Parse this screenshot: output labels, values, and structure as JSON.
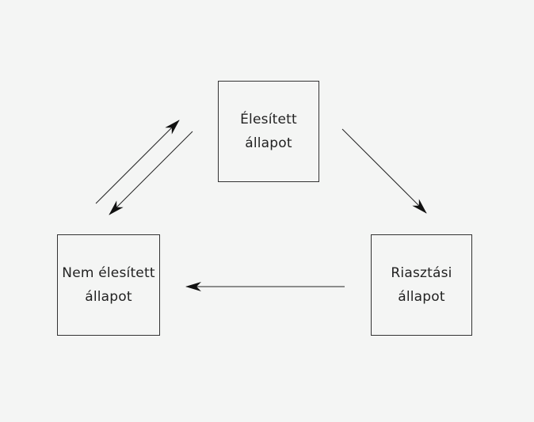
{
  "diagram": {
    "states": {
      "armed": {
        "label": "Élesített\nállapot"
      },
      "unarmed": {
        "label": "Nem élesített\nállapot"
      },
      "alarm": {
        "label": "Riasztási\nállapot"
      }
    },
    "transitions": [
      {
        "from": "unarmed",
        "to": "armed"
      },
      {
        "from": "armed",
        "to": "unarmed"
      },
      {
        "from": "armed",
        "to": "alarm"
      },
      {
        "from": "alarm",
        "to": "unarmed"
      }
    ]
  },
  "colors": {
    "background": "#f4f5f4",
    "stroke": "#222222"
  }
}
